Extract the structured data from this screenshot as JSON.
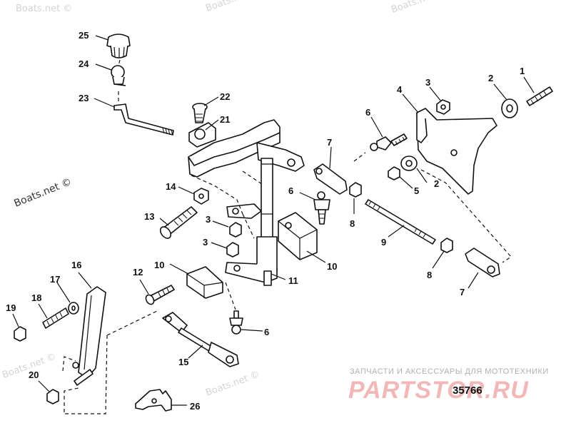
{
  "diagram": {
    "reference_number": "35766",
    "watermarks": [
      "Boats.net ©",
      "Boats.net ©",
      "Boats.net ©",
      "Boats.net ©",
      "Boats.net ©"
    ],
    "side_watermark": "Boats.net ©",
    "brand_caption": "ЗАПЧАСТИ И АКСЕССУАРЫ ДЛЯ МОТОТЕХНИКИ",
    "brand_logo": "PARTSTOR.RU",
    "callouts": [
      "25",
      "24",
      "23",
      "22",
      "21",
      "1",
      "2",
      "3",
      "4",
      "6",
      "7",
      "14",
      "6",
      "8",
      "13",
      "3",
      "3",
      "5",
      "2",
      "9",
      "10",
      "12",
      "11",
      "10",
      "16",
      "17",
      "18",
      "19",
      "6",
      "8",
      "7",
      "15",
      "20",
      "26"
    ]
  },
  "colors": {
    "ink": "#111111",
    "watermark": "#d4d4d4",
    "brand": "#f2b8b8"
  }
}
